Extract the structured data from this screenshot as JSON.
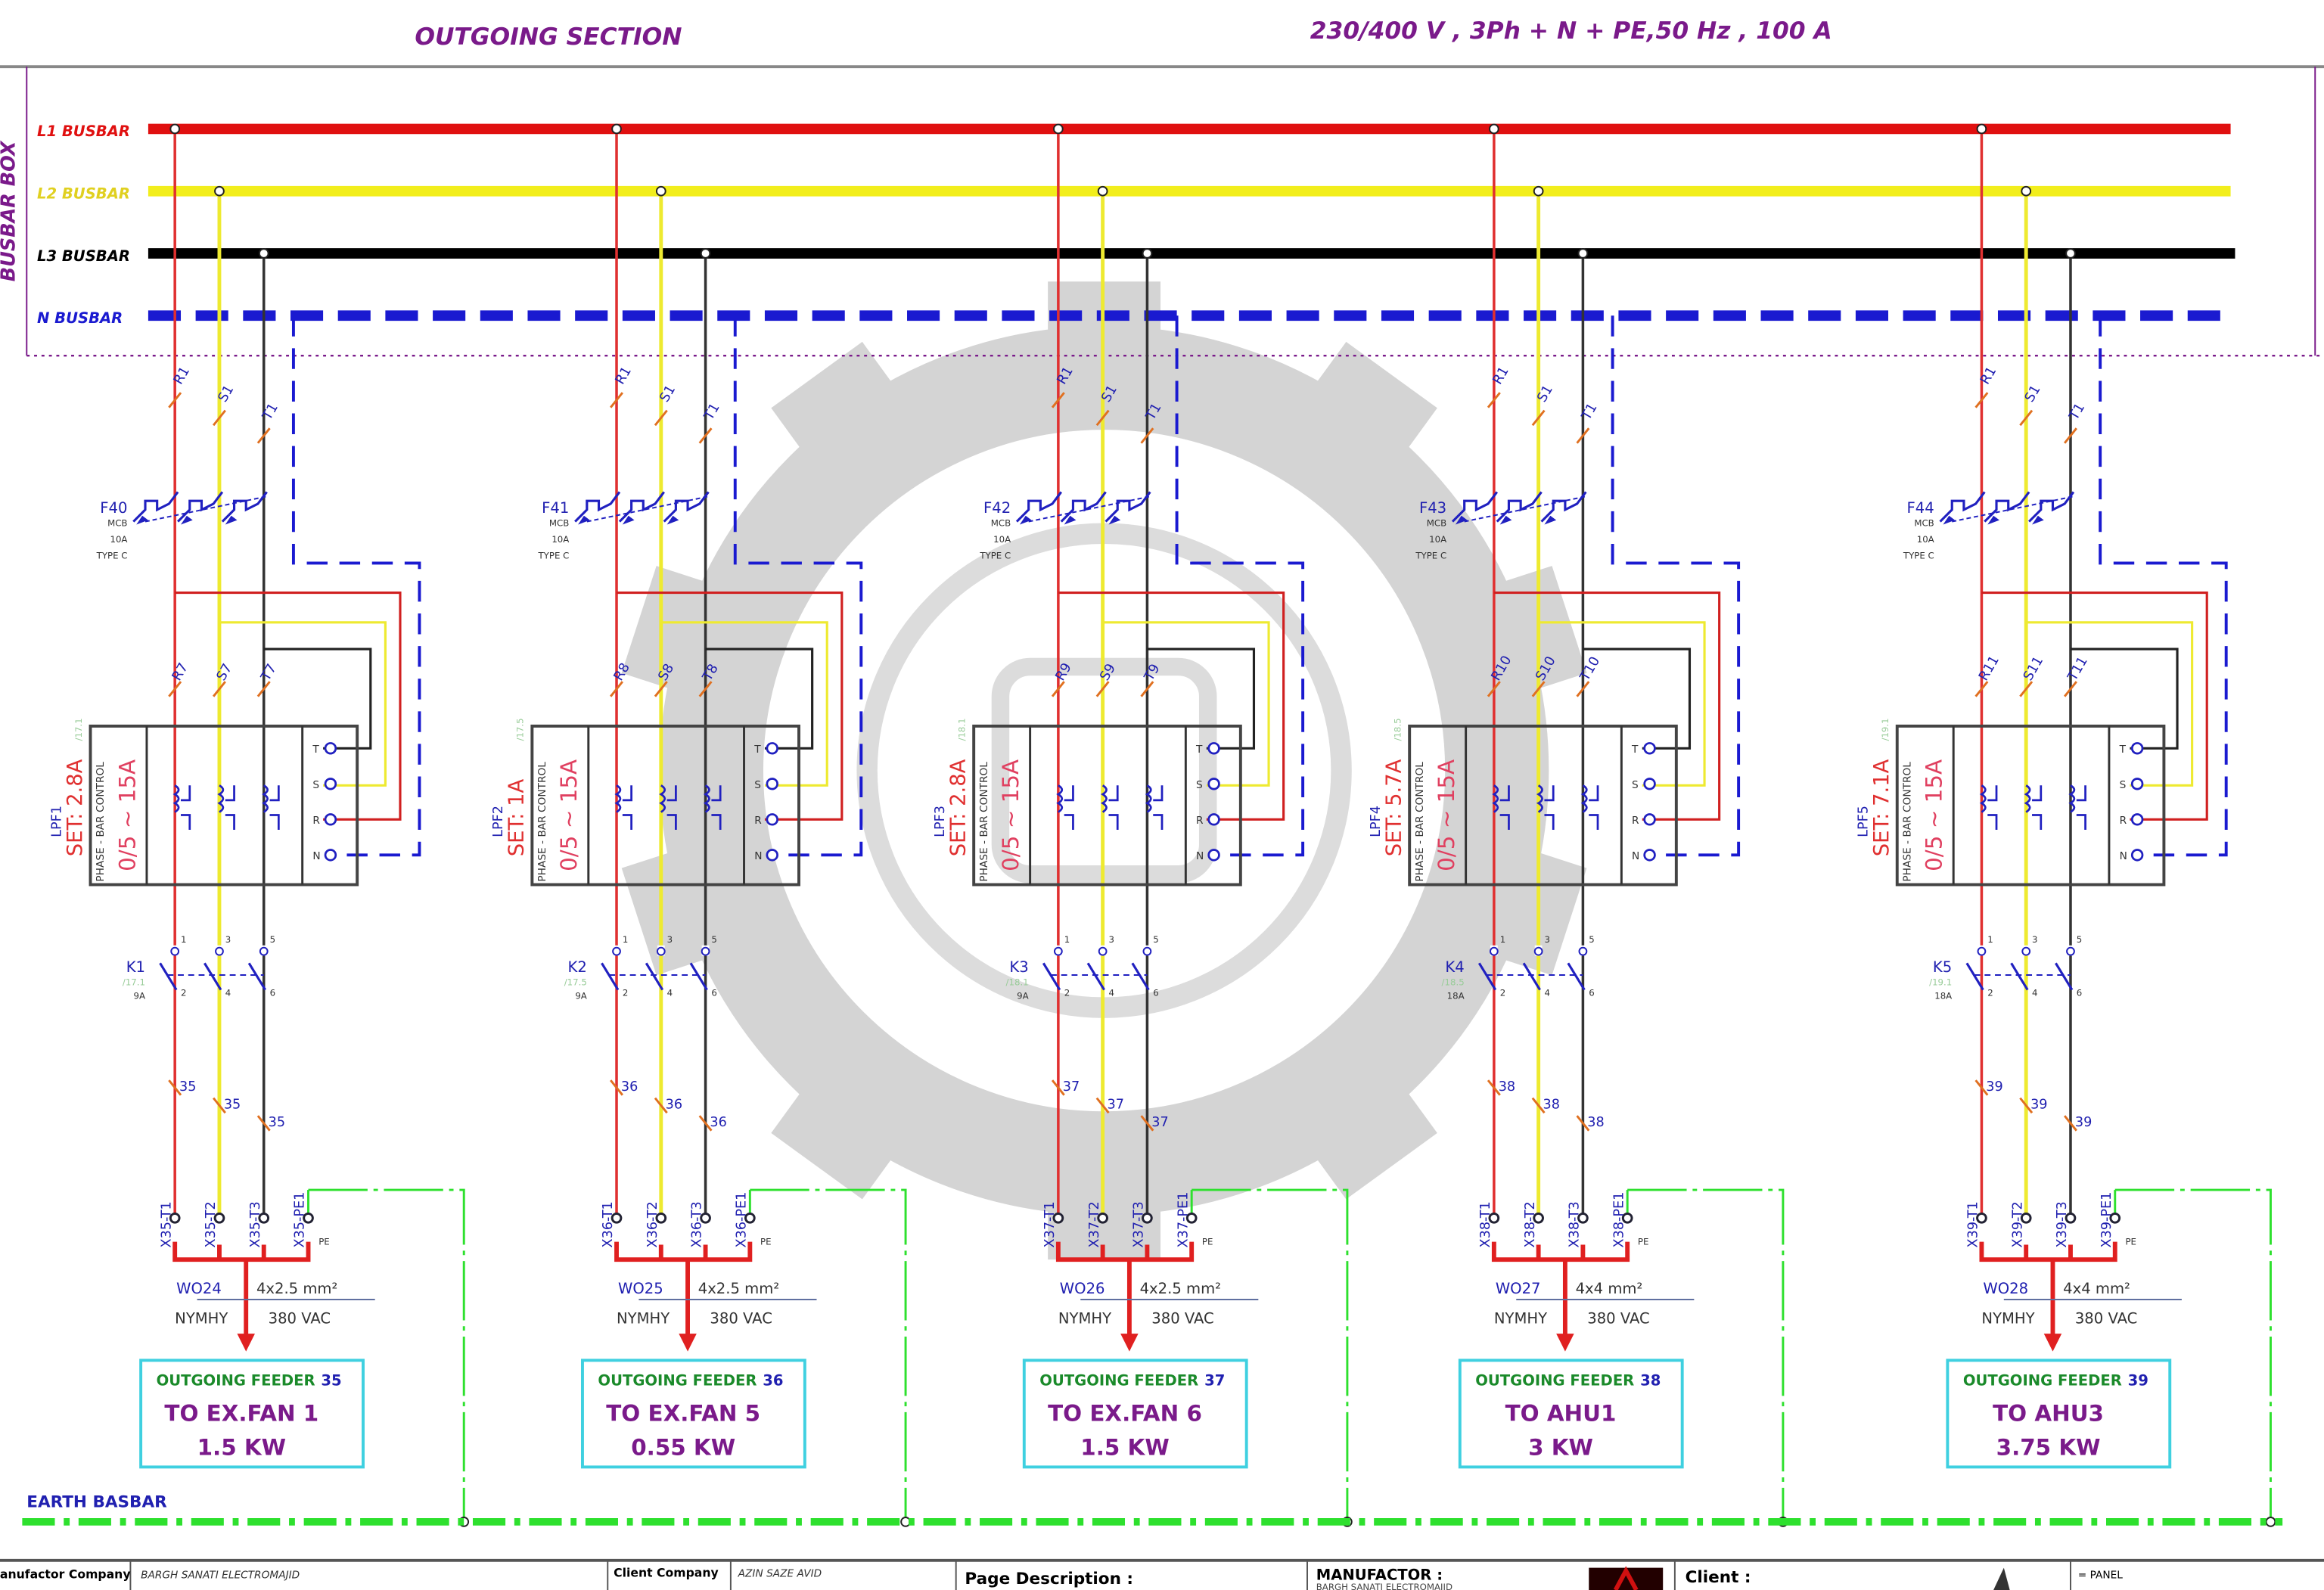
{
  "header": {
    "section_title": "OUTGOING SECTION",
    "supply_spec": "230/400 V , 3Ph + N + PE,50 Hz , 100 A"
  },
  "busbar_box_label": "BUSBAR BOX",
  "busbars": [
    {
      "label": "L1 BUSBAR",
      "color": "#e01010"
    },
    {
      "label": "L2 BUSBAR",
      "color": "#f2ee1c"
    },
    {
      "label": "L3 BUSBAR",
      "color": "#000000"
    },
    {
      "label": "N BUSBAR",
      "color": "#1a1ad0"
    }
  ],
  "earth_busbar_label": "EARTH BASBAR",
  "common": {
    "mcb_type": "MCB",
    "mcb_rating": "10A",
    "mcb_curve": "TYPE C",
    "relay_range": "0/5 ~ 15A",
    "relay_type": "PHASE - BAR CONTROL",
    "relay_terminals": [
      "T",
      "S",
      "R",
      "N"
    ],
    "cable_type": "NYMHY",
    "cable_voltage": "380 VAC",
    "feeder_prefix": "OUTGOING  FEEDER",
    "pe": "PE"
  },
  "feeders": [
    {
      "mcb": "F40",
      "relay": "LPF1",
      "relay_ref": "/17.1",
      "set": "SET: 2.8A",
      "contactor": "K1",
      "contactor_ref": "/17.1",
      "contactor_rating": "9A",
      "top_wires": [
        "R1",
        "S1",
        "T1"
      ],
      "mid_wires": [
        "R7",
        "S7",
        "T7"
      ],
      "out_wire": "35",
      "terminals": [
        "X35-T1",
        "X35-T2",
        "X35-T3",
        "X35-PE1"
      ],
      "cable_id": "WO24",
      "cable_size": "4x2.5 mm²",
      "feeder_no": "35",
      "destination": "TO EX.FAN 1",
      "power": "1.5  KW"
    },
    {
      "mcb": "F41",
      "relay": "LPF2",
      "relay_ref": "/17.5",
      "set": "SET: 1A",
      "contactor": "K2",
      "contactor_ref": "/17.5",
      "contactor_rating": "9A",
      "top_wires": [
        "R1",
        "S1",
        "T1"
      ],
      "mid_wires": [
        "R8",
        "S8",
        "T8"
      ],
      "out_wire": "36",
      "terminals": [
        "X36-T1",
        "X36-T2",
        "X36-T3",
        "X36-PE1"
      ],
      "cable_id": "WO25",
      "cable_size": "4x2.5 mm²",
      "feeder_no": "36",
      "destination": "TO EX.FAN 5",
      "power": "0.55 KW"
    },
    {
      "mcb": "F42",
      "relay": "LPF3",
      "relay_ref": "/18.1",
      "set": "SET: 2.8A",
      "contactor": "K3",
      "contactor_ref": "/18.1",
      "contactor_rating": "9A",
      "top_wires": [
        "R1",
        "S1",
        "T1"
      ],
      "mid_wires": [
        "R9",
        "S9",
        "T9"
      ],
      "out_wire": "37",
      "terminals": [
        "X37-T1",
        "X37-T2",
        "X37-T3",
        "X37-PE1"
      ],
      "cable_id": "WO26",
      "cable_size": "4x2.5 mm²",
      "feeder_no": "37",
      "destination": "TO EX.FAN 6",
      "power": "1.5 KW"
    },
    {
      "mcb": "F43",
      "relay": "LPF4",
      "relay_ref": "/18.5",
      "set": "SET: 5.7A",
      "contactor": "K4",
      "contactor_ref": "/18.5",
      "contactor_rating": "18A",
      "top_wires": [
        "R1",
        "S1",
        "T1"
      ],
      "mid_wires": [
        "R10",
        "S10",
        "T10"
      ],
      "out_wire": "38",
      "terminals": [
        "X38-T1",
        "X38-T2",
        "X38-T3",
        "X38-PE1"
      ],
      "cable_id": "WO27",
      "cable_size": "4x4 mm²",
      "feeder_no": "38",
      "destination": "TO AHU1",
      "power": "3 KW"
    },
    {
      "mcb": "F44",
      "relay": "LPF5",
      "relay_ref": "/19.1",
      "set": "SET: 7.1A",
      "contactor": "K5",
      "contactor_ref": "/19.1",
      "contactor_rating": "18A",
      "top_wires": [
        "R1",
        "S1",
        "T1"
      ],
      "mid_wires": [
        "R11",
        "S11",
        "T11"
      ],
      "out_wire": "39",
      "terminals": [
        "X39-T1",
        "X39-T2",
        "X39-T3",
        "X39-PE1"
      ],
      "cable_id": "WO28",
      "cable_size": "4x4 mm²",
      "feeder_no": "39",
      "destination": "TO AHU3",
      "power": "3.75 KW"
    }
  ],
  "title_block": {
    "manufactor_company_label": "Manufactor  Company",
    "manufactor_company": "BARGH SANATI ELECTROMAJID",
    "client_company_label": "Client  Company",
    "client_company": "AZIN SAZE AVID",
    "page_description_label": "Page Description :",
    "manufactor_label": "MANUFACTOR :",
    "manufactor_value": "BARGH SANATI ELECTROMAJID",
    "client_label": "Client  :",
    "panel": "= PANEL"
  }
}
